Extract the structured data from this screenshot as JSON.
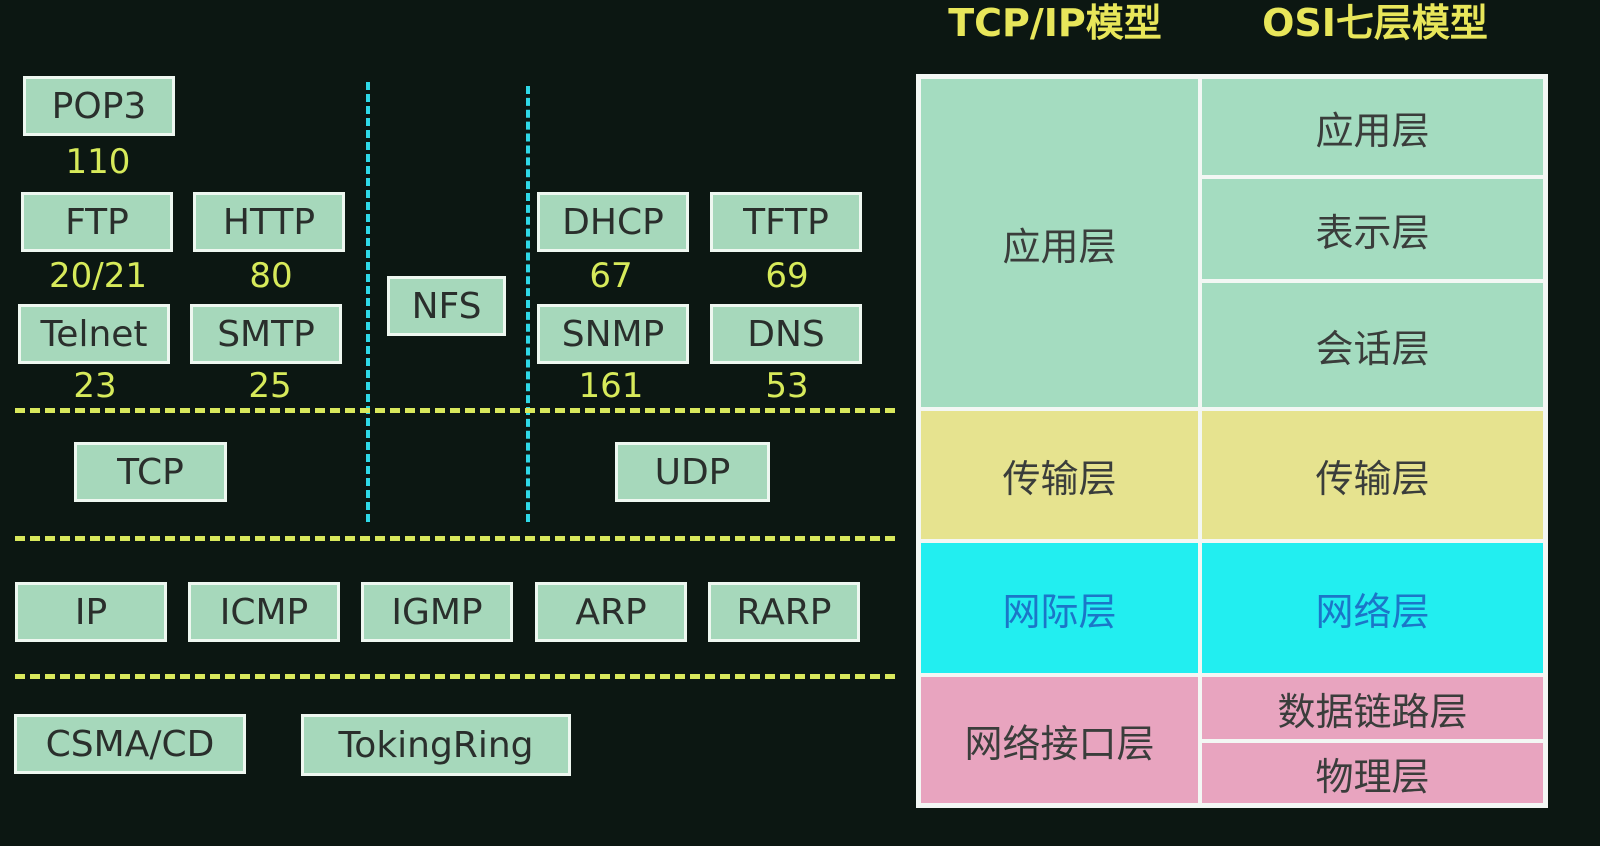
{
  "headers": {
    "tcpip": "TCP/IP模型",
    "osi": "OSI七层模型"
  },
  "app_protocols": [
    {
      "name": "POP3",
      "port": "110"
    },
    {
      "name": "FTP",
      "port": "20/21"
    },
    {
      "name": "HTTP",
      "port": "80"
    },
    {
      "name": "Telnet",
      "port": "23"
    },
    {
      "name": "SMTP",
      "port": "25"
    },
    {
      "name": "NFS"
    },
    {
      "name": "DHCP",
      "port": "67"
    },
    {
      "name": "TFTP",
      "port": "69"
    },
    {
      "name": "SNMP",
      "port": "161"
    },
    {
      "name": "DNS",
      "port": "53"
    }
  ],
  "transport_protocols": [
    "TCP",
    "UDP"
  ],
  "network_protocols": [
    "IP",
    "ICMP",
    "IGMP",
    "ARP",
    "RARP"
  ],
  "link_protocols": [
    "CSMA/CD",
    "TokingRing"
  ],
  "tcpip_layers": [
    "应用层",
    "传输层",
    "网际层",
    "网络接口层"
  ],
  "osi_layers": [
    "应用层",
    "表示层",
    "会话层",
    "传输层",
    "网络层",
    "数据链路层",
    "物理层"
  ],
  "colors": {
    "application": "#a4dcc0",
    "transport": "#e6e38f",
    "network": "#22eef0",
    "link": "#e8a4bf",
    "network_text": "#1b76c8",
    "divider": "#d9e85c",
    "vertical_divider": "#2fd8e6"
  }
}
